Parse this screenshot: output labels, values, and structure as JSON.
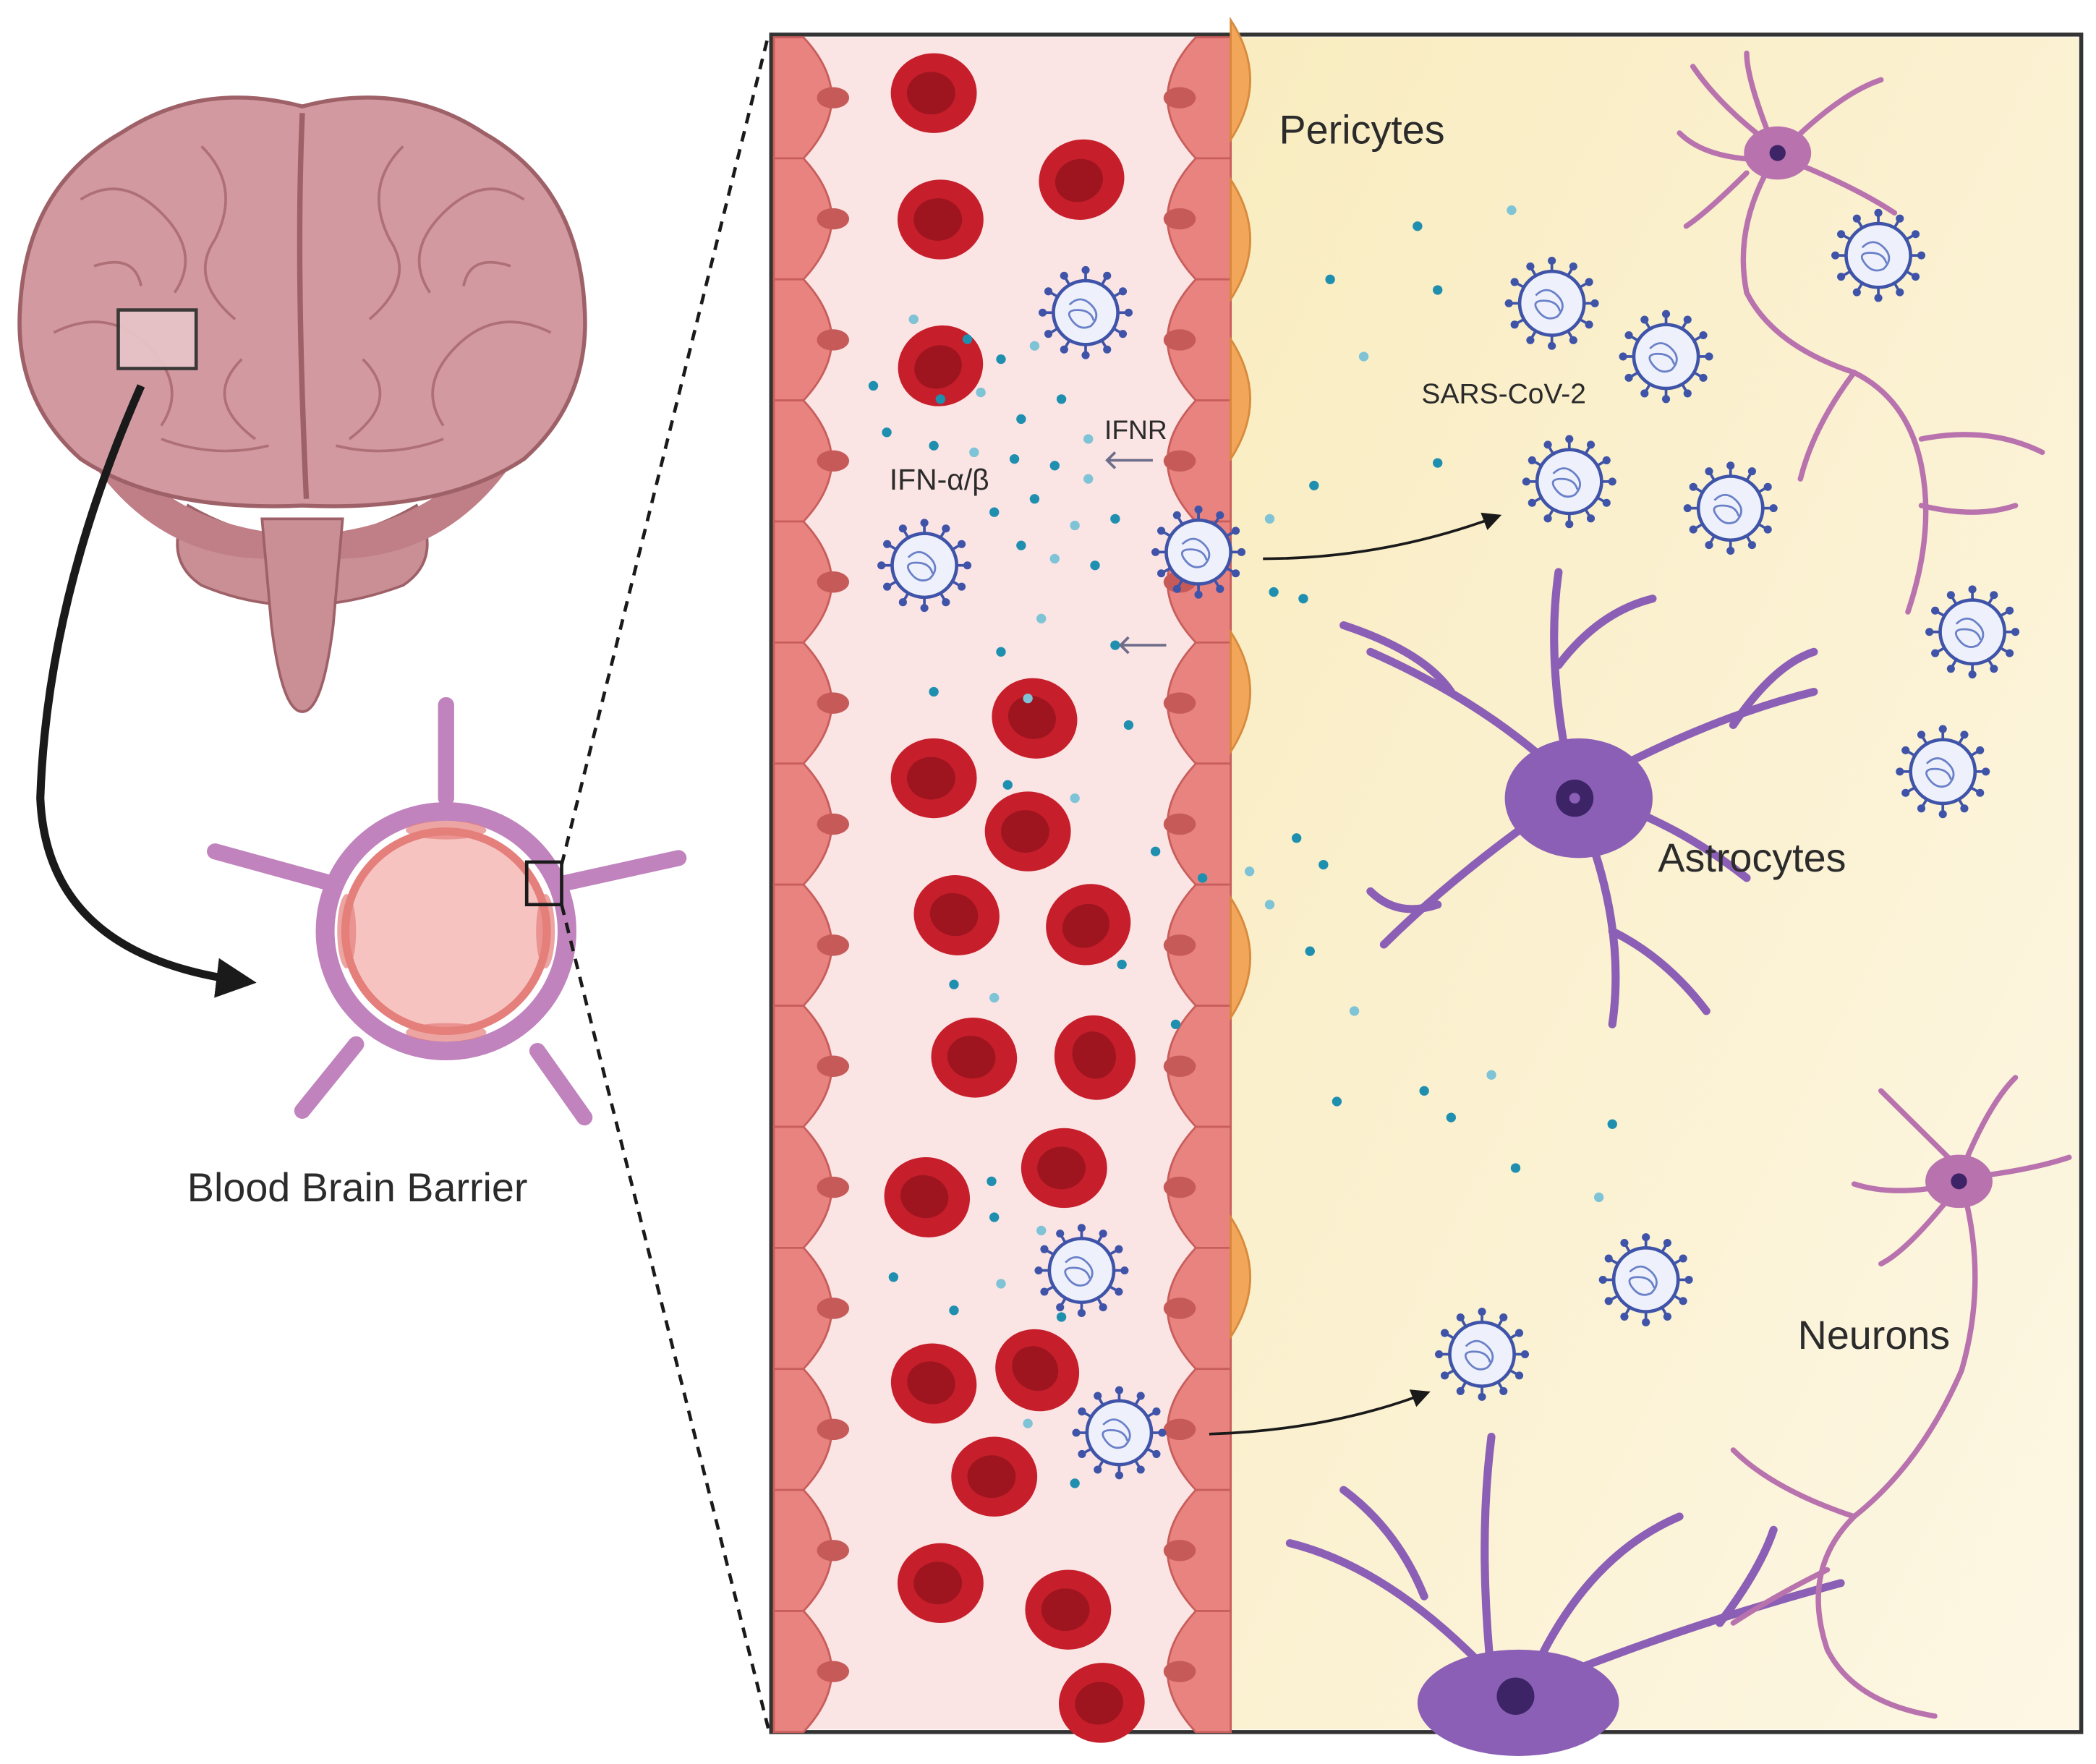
{
  "labels": {
    "pericytes": "Pericytes",
    "sars_cov_2": "SARS-CoV-2",
    "ifnr": "IFNR",
    "ifn_ab": "IFN-α/β",
    "astrocytes": "Astrocytes",
    "neurons": "Neurons",
    "blood_brain_barrier": "Blood Brain Barrier"
  },
  "colors": {
    "brain": "#c98f95",
    "brain_dark": "#9f6168",
    "vessel_bg": "#fbe4e4",
    "endothelial": "#e9837f",
    "red_blood_cell": "#c61f2b",
    "pericyte": "#f2a65a",
    "brain_tissue": "#fbf0c6",
    "astrocyte": "#8b5fb5",
    "neuron": "#b872ad",
    "virus": "#3f54a8",
    "interferon": "#1f8fb0"
  },
  "icons": [
    "brain-illustration",
    "blood-vessel-cross-section",
    "sars-cov-2-virion-icon",
    "red-blood-cell-icon",
    "astrocyte-icon",
    "neuron-icon"
  ]
}
